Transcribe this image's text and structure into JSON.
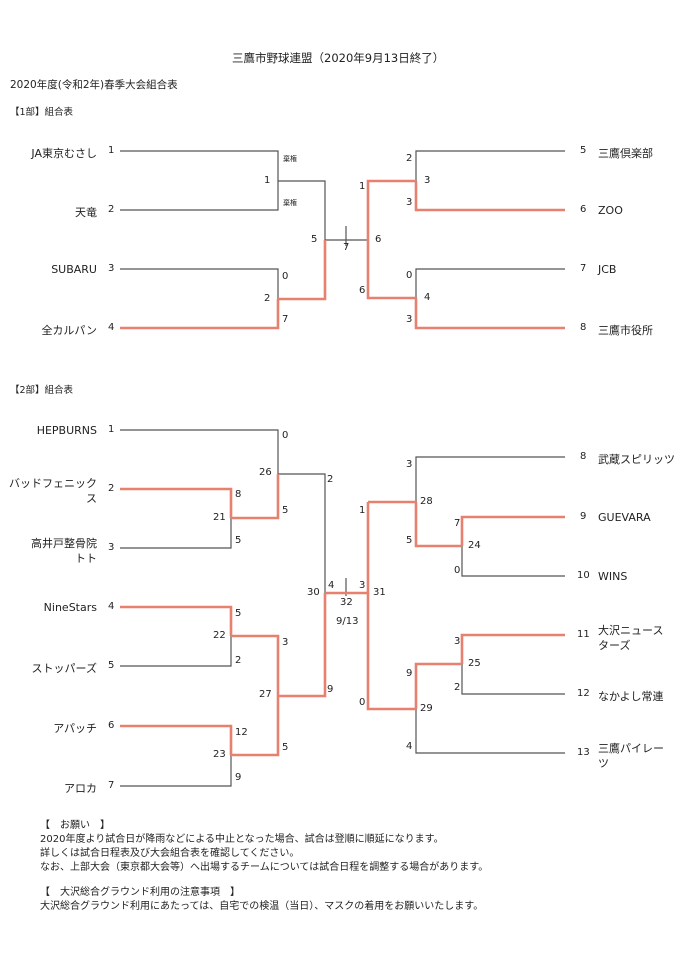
{
  "header": {
    "title": "三鷹市野球連盟（2020年9月13日終了）",
    "subtitle": "2020年度(令和2年)春季大会組合表"
  },
  "div1": {
    "label": "【1部】組合表",
    "teams": [
      {
        "no": "1",
        "name": "JA東京むさし"
      },
      {
        "no": "2",
        "name": "天竜"
      },
      {
        "no": "3",
        "name": "SUBARU"
      },
      {
        "no": "4",
        "name": "全カルパン"
      },
      {
        "no": "5",
        "name": "三鷹倶楽部"
      },
      {
        "no": "6",
        "name": "ZOO"
      },
      {
        "no": "7",
        "name": "JCB"
      },
      {
        "no": "8",
        "name": "三鷹市役所"
      }
    ],
    "scores": [
      "棄権",
      "1",
      "棄権",
      "0",
      "2",
      "7",
      "5",
      "7",
      "2",
      "3",
      "3",
      "1",
      "6",
      "6",
      "0",
      "4",
      "3"
    ]
  },
  "div2": {
    "label": "【2部】組合表",
    "teams": [
      {
        "no": "1",
        "name": "HEPBURNS"
      },
      {
        "no": "2",
        "name": "バッドフェニック",
        "name2": "ス"
      },
      {
        "no": "3",
        "name": "高井戸整骨院",
        "name2": "トト"
      },
      {
        "no": "4",
        "name": "NineStars"
      },
      {
        "no": "5",
        "name": "ストッパーズ"
      },
      {
        "no": "6",
        "name": "アパッチ"
      },
      {
        "no": "7",
        "name": "アロカ"
      },
      {
        "no": "8",
        "name": "武蔵スピリッツ"
      },
      {
        "no": "9",
        "name": "GUEVARA"
      },
      {
        "no": "10",
        "name": "WINS"
      },
      {
        "no": "11",
        "name": "大沢ニュース",
        "name2": "ターズ"
      },
      {
        "no": "12",
        "name": "なかよし常連"
      },
      {
        "no": "13",
        "name": "三鷹パイレー",
        "name2": "ツ"
      }
    ],
    "scores": [
      "0",
      "26",
      "8",
      "21",
      "5",
      "5",
      "2",
      "5",
      "22",
      "3",
      "2",
      "27",
      "9",
      "12",
      "23",
      "5",
      "9",
      "30",
      "4",
      "32",
      "9/13",
      "3",
      "31",
      "1",
      "3",
      "28",
      "5",
      "7",
      "24",
      "0",
      "3",
      "25",
      "2",
      "9",
      "29",
      "0",
      "4"
    ]
  },
  "notes": {
    "request_head": "【　お願い　】",
    "request_lines": [
      "2020年度より試合日が降雨などによる中止となった場合、試合は登順に順延になります。",
      "詳しくは試合日程表及び大会組合表を確認してください。",
      "なお、上部大会（東京都大会等）へ出場するチームについては試合日程を調整する場合があります。"
    ],
    "ground_head": "【　大沢総合グラウンド利用の注意事項　】",
    "ground_line": "大沢総合グラウンド利用にあたっては、自宅での検温（当日）、マスクの着用をお願いいたします。"
  },
  "colors": {
    "win_line": "#e8806f",
    "line": "#555555"
  }
}
